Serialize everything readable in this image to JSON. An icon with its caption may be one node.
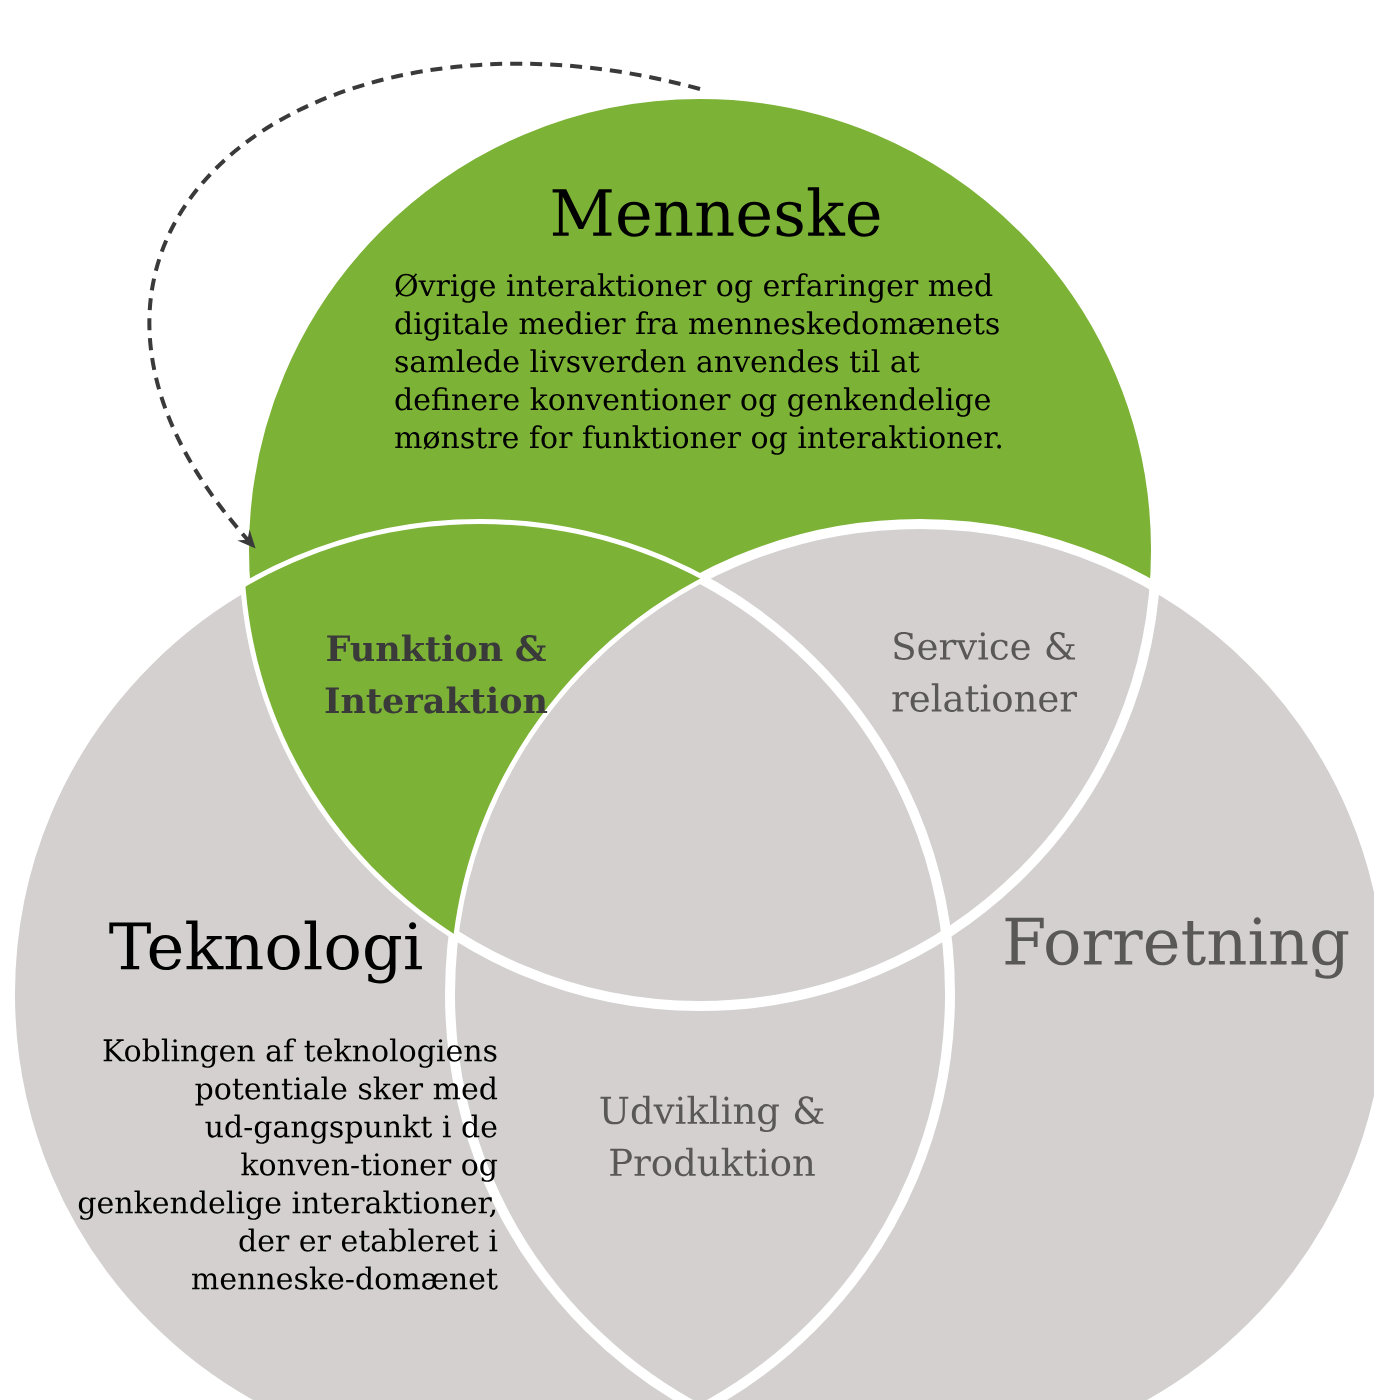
{
  "diagram": {
    "nodes": [
      {
        "text": [
          "Menneske",
          "Øvrige interaktioner og erfaringer med digitale medier fra menneskedomænets samlede livsverden anvendes til at definere konventioner og genkendelige mønstre for funktioner og interaktioner."
        ]
      },
      {
        "text": [
          "Teknologi",
          "Koblingen af teknologiens potentiale sker med ud-gangspunkt i de konven-tioner og genkendelige interaktioner, der er etableret i menneske-domænet"
        ]
      },
      {
        "text": [
          "Forretning"
        ]
      },
      {
        "text": [
          "Funktion & Interaktion"
        ]
      },
      {
        "text": [
          "Service & relationer"
        ]
      },
      {
        "text": [
          "Udvikling & Produktion"
        ]
      }
    ],
    "edges": [
      {
        "from": 0,
        "to": 3,
        "arrow": "to",
        "style": "dashed"
      }
    ]
  }
}
